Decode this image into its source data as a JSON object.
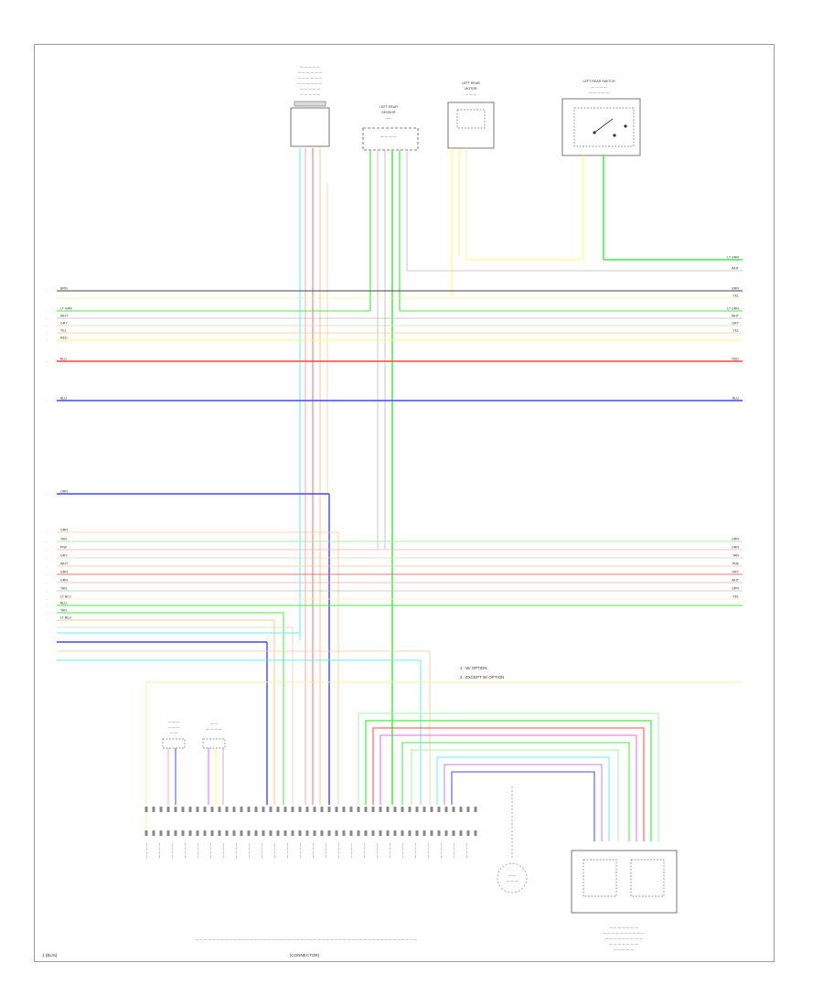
{
  "colors": {
    "green": "#44ee44",
    "lightgreen": "#aaf0aa",
    "yellow": "#ffff66",
    "lightyellow": "#f5f0a0",
    "red": "#ff4444",
    "pink": "#ffaaaa",
    "blue": "#4444ff",
    "cyan": "#66eeee",
    "orange": "#f5c890",
    "tan": "#e8d0b0",
    "grey": "#bbbbbb",
    "dark": "#444444",
    "magenta": "#ee66ee",
    "violet": "#c080f0"
  },
  "components": {
    "top_module": {
      "label": ""
    },
    "left_rear_sensor": {
      "label": "LEFT REAR SENSOR"
    },
    "left_rear_motor": {
      "label": "LEFT REAR MOTOR"
    },
    "left_rear_switch": {
      "label": "LEFT REAR SWITCH"
    },
    "bottom_right_module": {
      "label": ""
    },
    "ecu": {
      "label": ""
    }
  },
  "notes": {
    "legend_1": "1 : W/ OPTION",
    "legend_2": "2 : EXCEPT W/ OPTION",
    "footer_left": "1 (BUS)",
    "footer_center": "(CONNECTOR)"
  },
  "wire_colors_left": [
    "BRN",
    "LT GRN",
    "WHT",
    "GRY",
    "YEL",
    "RED",
    "BLU",
    "BLU",
    "ORN",
    "GRN",
    "TAN",
    "PNK",
    "GRY",
    "WHT",
    "GRN",
    "GRN",
    "TAN",
    "LT BLU",
    "BLU",
    "TAN",
    "LT BLU"
  ],
  "wire_colors_right": [
    "LT GRN",
    "WHT",
    "BRN",
    "YEL",
    "LT GRN",
    "WHT",
    "GRY",
    "YEL",
    "RED",
    "BLU",
    "GRN",
    "GRN",
    "TAN",
    "PNK",
    "GRY",
    "WHT",
    "GRN",
    "YEL"
  ]
}
